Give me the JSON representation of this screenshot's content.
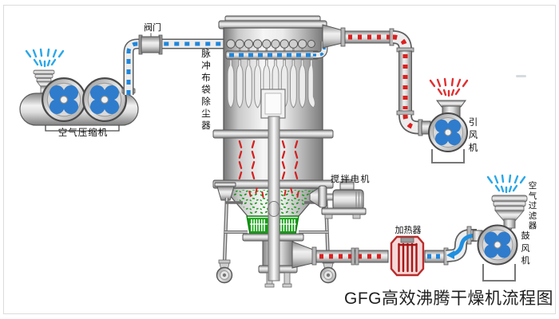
{
  "diagram": {
    "title": "GFG高效沸腾干燥机流程图",
    "labels": {
      "valve": "阀门",
      "air_compressor": "空气压缩机",
      "dust_collector": "脉冲布袋除尘器",
      "induced_draft_fan": "引风机",
      "agitator_motor": "搅拌电机",
      "heater": "加热器",
      "air_filter": "空气过滤器",
      "blower": "鼓风机"
    },
    "colors": {
      "cold_air_dash": "#1e86dd",
      "hot_air_dash": "#dd1f1f",
      "material_green": "#12a012",
      "fan_blade_blue": "#2f7ccc",
      "heater_border": "#b92b2b",
      "intake_marks_blue": "#2aa7e8",
      "exhaust_marks_red": "#e03030"
    },
    "icons": {
      "fan_wheel": "circle-pinwheel",
      "intake_marks": "air-wisps",
      "heater_element": "comb-coil",
      "caster": "swivel-wheel"
    }
  }
}
